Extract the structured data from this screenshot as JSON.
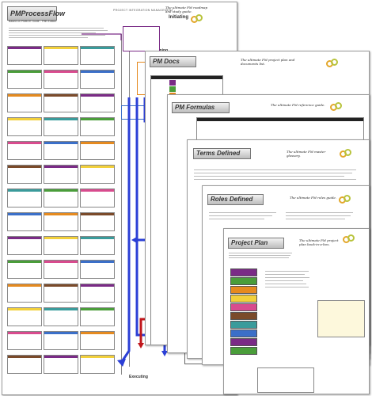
{
  "process_flow": {
    "title": "PMProcessFlow",
    "subtitle": "Based on PMBOK Guide - Fifth Edition",
    "header_center": "PROJECT INTEGRATION MANAGEMENT",
    "initiating_label": "Initiating",
    "executing_label": "Executing",
    "planning_label": "Planning",
    "tagline": "The ultimate PM roadmap and study guide."
  },
  "docs_sheet": {
    "title": "PM Docs",
    "tagline": "The ultimate PM project plan and documents list."
  },
  "formulas_sheet": {
    "title": "PM Formulas",
    "tagline": "The ultimate PM reference guide."
  },
  "terms_sheet": {
    "title": "Terms Defined",
    "tagline": "The ultimate PM master glossary."
  },
  "roles_sheet": {
    "title": "Roles Defined",
    "tagline": "The ultimate PM roles guide."
  },
  "plan_sheet": {
    "title": "Project Plan",
    "tagline": "The ultimate PM project plan book-in-a-box."
  },
  "colors": {
    "sheet_border": "#9a9a9a",
    "arrow_blue": "#2b3fd6",
    "arrow_red": "#c0161b",
    "logo_orange": "#e3a72b",
    "logo_green": "#b8c33c",
    "purple": "#7a2b86",
    "green": "#4a9d3a",
    "orange": "#e58a1f",
    "yellow": "#f2d03b",
    "pink": "#d84b8e",
    "brown": "#7a4a2a",
    "teal": "#3a9b9b",
    "blue": "#3b6fc8"
  }
}
